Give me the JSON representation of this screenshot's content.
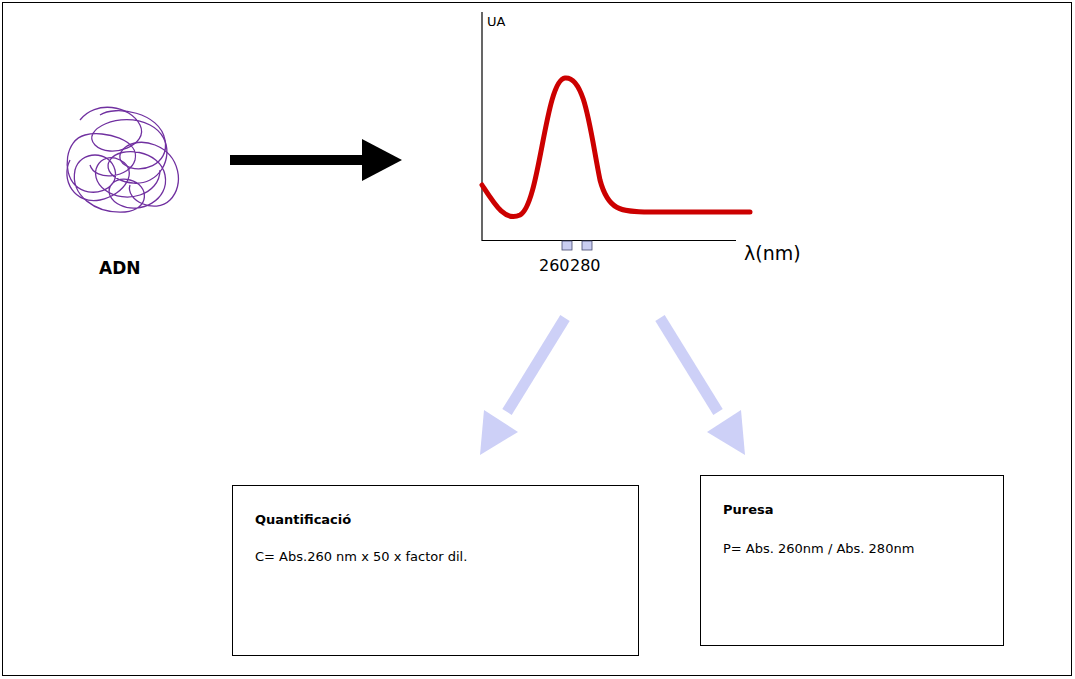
{
  "diagram": {
    "nodes": [
      {
        "text": [
          "Quantificació",
          "C= Abs.260 nm x 50 x factor dil."
        ]
      },
      {
        "text": [
          "Puresa",
          "P= Abs. 260nm / Abs. 280nm"
        ]
      }
    ],
    "labels": [
      "ADN",
      "UA",
      "260",
      "280",
      "λ(nm)"
    ]
  }
}
